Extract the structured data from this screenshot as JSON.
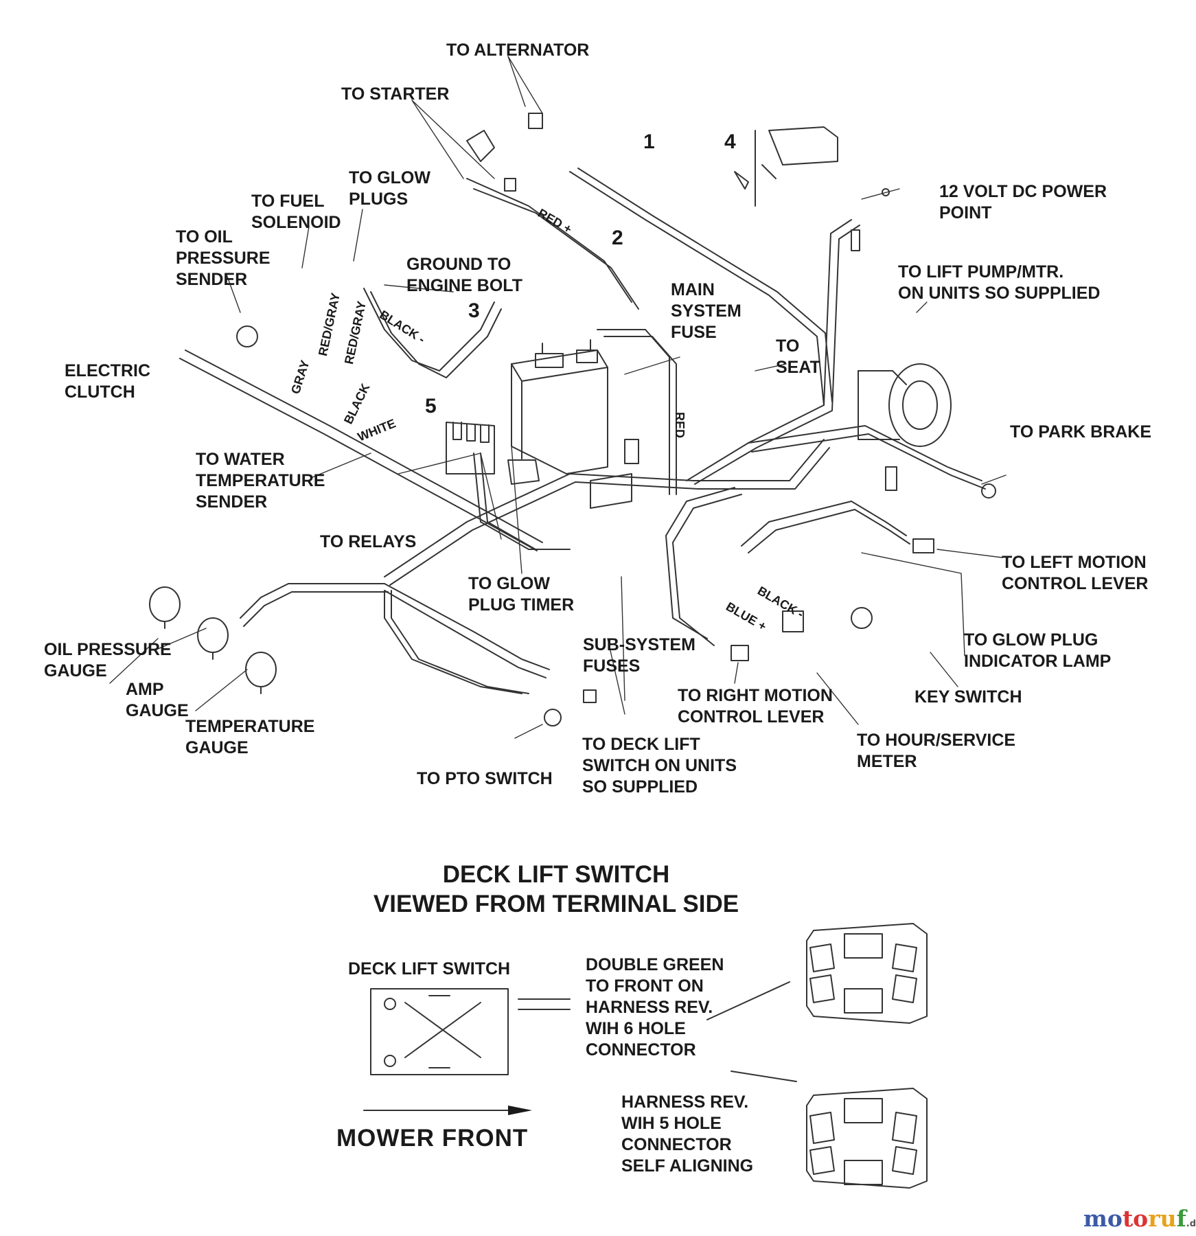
{
  "labels": {
    "to_alternator": "TO ALTERNATOR",
    "to_starter": "TO STARTER",
    "to_glow_plugs": "TO GLOW\nPLUGS",
    "to_fuel_solenoid": "TO FUEL\nSOLENOID",
    "to_oil_pressure_sender": "TO OIL\nPRESSURE\nSENDER",
    "ground_to_engine_bolt": "GROUND TO\nENGINE BOLT",
    "electric_clutch": "ELECTRIC\nCLUTCH",
    "to_water_temperature_sender": "TO WATER\nTEMPERATURE\nSENDER",
    "to_relays": "TO RELAYS",
    "to_glow_plug_timer": "TO GLOW\nPLUG TIMER",
    "main_system_fuse": "MAIN\nSYSTEM\nFUSE",
    "to_seat": "TO\nSEAT",
    "volt_power_point": "12 VOLT DC POWER\nPOINT",
    "to_lift_pump": "TO LIFT PUMP/MTR.\nON UNITS SO SUPPLIED",
    "to_park_brake": "TO PARK BRAKE",
    "to_left_motion_control_lever": "TO LEFT MOTION\nCONTROL LEVER",
    "to_glow_plug_indicator_lamp": "TO GLOW PLUG\nINDICATOR LAMP",
    "key_switch": "KEY SWITCH",
    "to_hour_service_meter": "TO HOUR/SERVICE\nMETER",
    "to_right_motion_control_lever": "TO RIGHT MOTION\nCONTROL LEVER",
    "sub_system_fuses": "SUB-SYSTEM\nFUSES",
    "to_deck_lift_switch": "TO DECK LIFT\nSWITCH ON UNITS\nSO SUPPLIED",
    "to_pto_switch": "TO PTO SWITCH",
    "oil_pressure_gauge": "OIL PRESSURE\nGAUGE",
    "amp_gauge": "AMP\nGAUGE",
    "temperature_gauge": "TEMPERATURE\nGAUGE",
    "deck_lift_switch": "DECK LIFT SWITCH",
    "double_green": "DOUBLE GREEN\nTO FRONT ON\nHARNESS REV.\nWIH 6 HOLE\nCONNECTOR",
    "harness_rev_5": "HARNESS REV.\nWIH 5 HOLE\nCONNECTOR\nSELF ALIGNING"
  },
  "callouts": {
    "n1": "1",
    "n2": "2",
    "n3": "3",
    "n4": "4",
    "n5": "5"
  },
  "wire_colors": {
    "red_plus": "RED +",
    "black_minus": "BLACK -",
    "red": "RED",
    "gray": "GRAY",
    "red_gray_1": "RED/GRAY",
    "red_gray_2": "RED/GRAY",
    "black": "BLACK",
    "white": "WHITE",
    "black_minus_2": "BLACK -",
    "blue_plus": "BLUE +"
  },
  "section_title": "DECK LIFT SWITCH\nVIEWED FROM TERMINAL SIDE",
  "mower_front": "MOWER  FRONT",
  "watermark": {
    "m1": "mo",
    "m2": "to",
    "m3": "ru",
    "m4": "f",
    "suffix": ".de"
  }
}
